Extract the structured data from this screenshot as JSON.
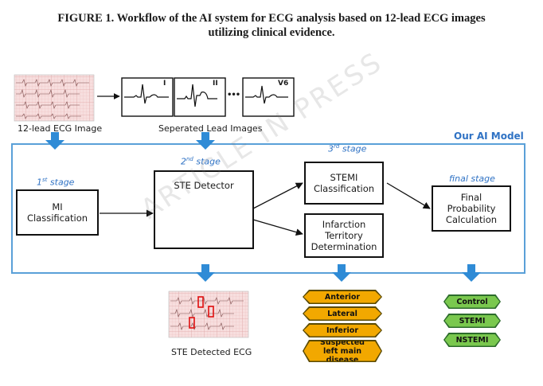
{
  "caption": {
    "line1": "FIGURE 1. Workflow of the AI system for ECG analysis based on 12-lead ECG images",
    "line2": "utilizing clinical evidence."
  },
  "inputs": {
    "ecg_image_label": "12-lead ECG Image",
    "separated_label": "Seperated Lead Images",
    "lead_labels": [
      "I",
      "II",
      "V6"
    ],
    "ellipsis": "•••"
  },
  "ai_model": {
    "title": "Our AI Model"
  },
  "stages": {
    "first": {
      "num": "1",
      "sup": "st",
      "text": " stage"
    },
    "second": {
      "num": "2",
      "sup": "nd",
      "text": " stage"
    },
    "third": {
      "num": "3",
      "sup": "rd",
      "text": " stage"
    },
    "final": "final stage"
  },
  "boxes": {
    "mi_classification": [
      "MI",
      "Classification"
    ],
    "ste_detector": "STE Detector",
    "stemi_classification": [
      "STEMI",
      "Classification"
    ],
    "infarction_territory": [
      "Infarction",
      "Territory",
      "Determination"
    ],
    "final_probability": [
      "Final",
      "Probability",
      "Calculation"
    ]
  },
  "outputs": {
    "ste_detected_label": "STE Detected ECG",
    "territories": [
      "Anterior",
      "Lateral",
      "Inferior",
      "Suspected left main disease"
    ],
    "classes": [
      "Control",
      "STEMI",
      "NSTEMI"
    ]
  },
  "watermark": "ARTICLE IN PRESS",
  "colors": {
    "accent_blue": "#2f72c4",
    "arrow_blue": "#2f8bd6",
    "frame_blue": "#5aa0d8",
    "territory_orange": "#f2a800",
    "class_green": "#7ac84e",
    "detector_block_blue": "#3a8fd6",
    "ecg_paper": "#f7dede"
  }
}
